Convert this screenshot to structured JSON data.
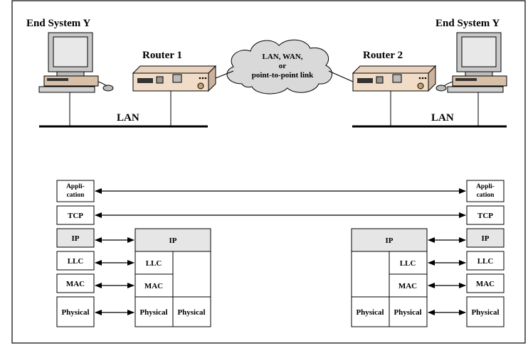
{
  "top": {
    "left_end_system": "End System Y",
    "right_end_system": "End System Y",
    "router1": "Router 1",
    "router2": "Router 2",
    "cloud_lines": [
      "LAN, WAN,",
      "or",
      "point-to-point link"
    ],
    "lan_left": "LAN",
    "lan_right": "LAN"
  },
  "stacks": {
    "end_system_layers": [
      "Appli-\ncation",
      "TCP",
      "IP",
      "LLC",
      "MAC",
      "Physical"
    ],
    "router_ip": "IP",
    "router_llc": "LLC",
    "router_mac": "MAC",
    "router_physical": "Physical"
  },
  "colors": {
    "ip_fill": "#e6e6e6",
    "cloud_fill": "#d9d9d9",
    "router_fill": "#f1dcc7"
  }
}
